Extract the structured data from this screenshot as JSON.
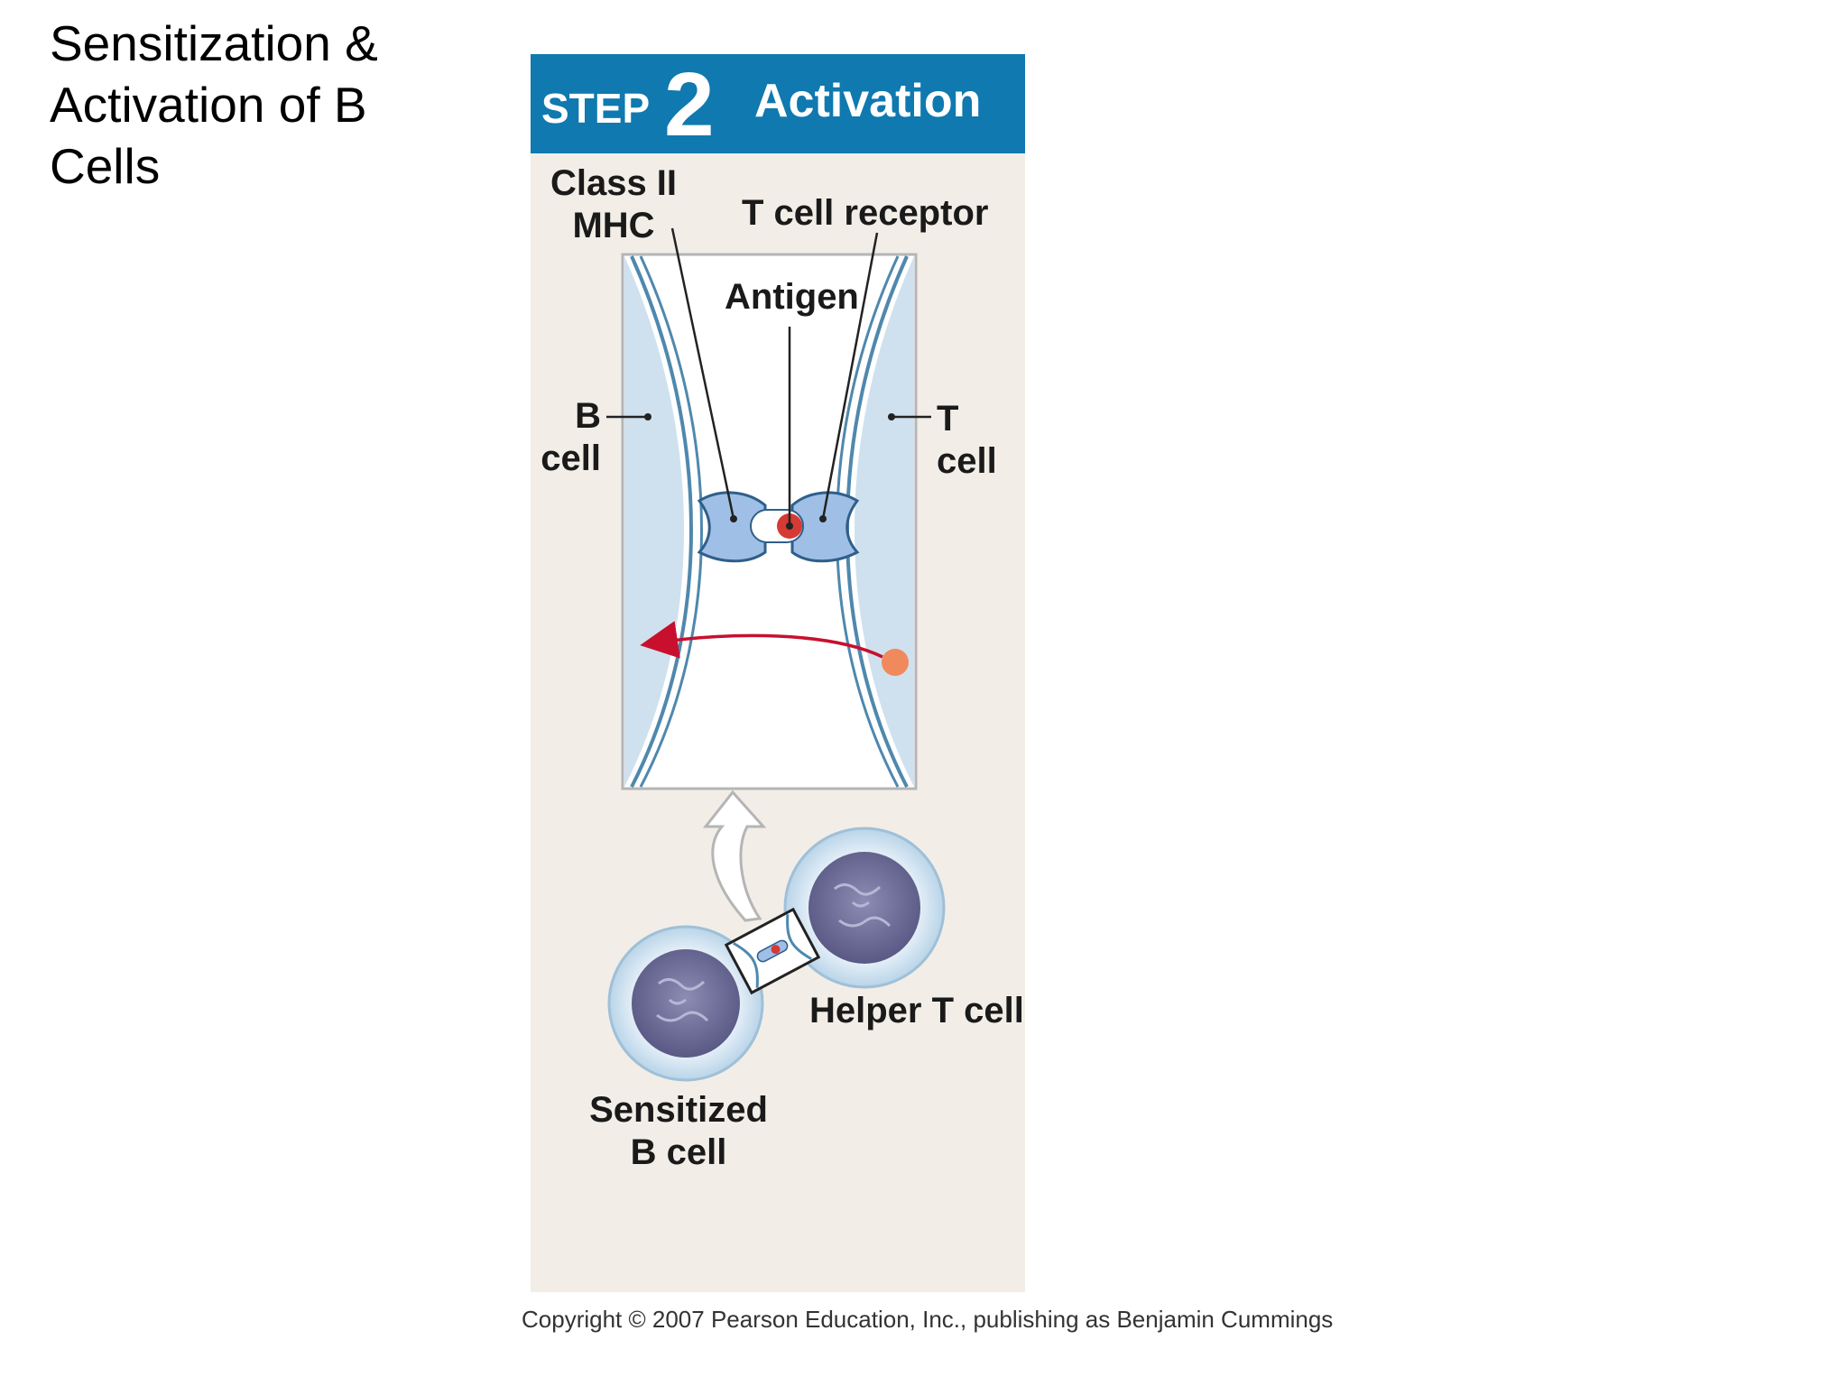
{
  "slide": {
    "title_lines": [
      "Sensitization &",
      "Activation of B",
      "Cells"
    ]
  },
  "banner": {
    "step_word": "STEP",
    "step_number": "2",
    "title": "Activation",
    "color": "#0f79b0"
  },
  "labels": {
    "class_ii_mhc": [
      "Class II",
      "MHC"
    ],
    "t_cell_receptor": "T cell receptor",
    "antigen": "Antigen",
    "b_cell": [
      "B",
      "cell"
    ],
    "t_cell": [
      "T",
      "cell"
    ],
    "helper_t_cell": "Helper T cell",
    "sensitized_b_cell": [
      "Sensitized",
      "B cell"
    ]
  },
  "colors": {
    "panel_background": "#f2eee7",
    "membrane": "#6fa3c2",
    "mhc_receptor": "#9fbfe6",
    "antigen": "#d63a35",
    "arrow": "#c8102e",
    "signal_dot": "#f08a5d",
    "nucleus": "#6b6a94"
  },
  "copyright": "Copyright © 2007 Pearson Education, Inc., publishing as Benjamin Cummings"
}
